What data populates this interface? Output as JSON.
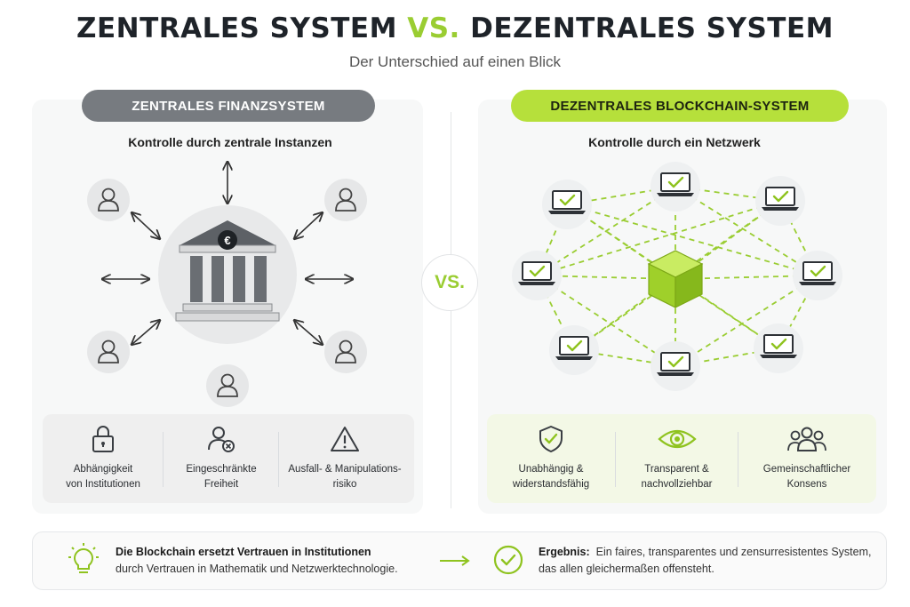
{
  "header": {
    "title_left": "ZENTRALES SYSTEM",
    "title_vs": "VS.",
    "title_right": "DEZENTRALES SYSTEM",
    "subtitle": "Der Unterschied auf einen Blick"
  },
  "left": {
    "label": "ZENTRALES FINANZSYSTEM",
    "caption": "Kontrolle durch zentrale Instanzen",
    "bank_symbol": "€",
    "features": [
      {
        "icon": "lock-icon",
        "line1": "Abhängigkeit",
        "line2": "von Institutionen"
      },
      {
        "icon": "user-blocked-icon",
        "line1": "Eingeschränkte",
        "line2": "Freiheit"
      },
      {
        "icon": "warning-icon",
        "line1": "Ausfall- & Manipulations-",
        "line2": "risiko"
      }
    ]
  },
  "center": {
    "vs": "VS."
  },
  "right": {
    "label": "DEZENTRALES BLOCKCHAIN-SYSTEM",
    "caption": "Kontrolle durch ein Netzwerk",
    "features": [
      {
        "icon": "shield-check-icon",
        "line1": "Unabhängig &",
        "line2": "widerstandsfähig"
      },
      {
        "icon": "eye-icon",
        "line1": "Transparent &",
        "line2": "nachvollziehbar"
      },
      {
        "icon": "group-icon",
        "line1": "Gemeinschaftlicher",
        "line2": "Konsens"
      }
    ]
  },
  "bottom": {
    "statement_bold": "Die Blockchain ersetzt Vertrauen in Institutionen",
    "statement_rest": "durch Vertrauen in Mathematik und Netzwerktechnologie.",
    "result_label": "Ergebnis:",
    "result_line1": "Ein faires, transparentes und zensurresistentes System,",
    "result_line2": "das allen gleichermaßen offensteht."
  },
  "colors": {
    "accent": "#9acd32",
    "accent_fill": "#b6e03b",
    "neutral_pill": "#777b80",
    "dark_text": "#1e2329"
  }
}
